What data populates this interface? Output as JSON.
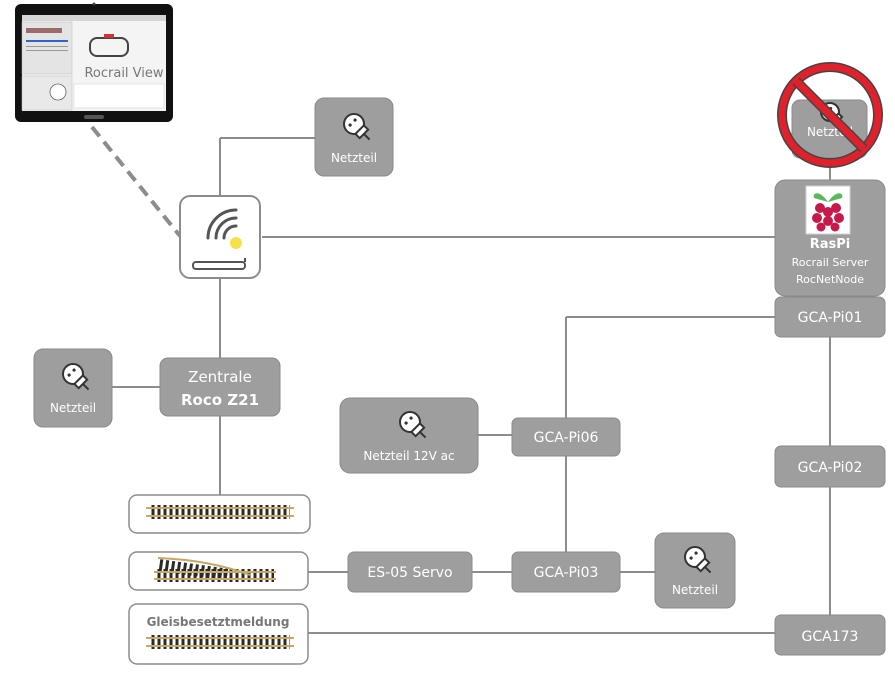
{
  "tablet": {
    "label": "Rocrail View"
  },
  "nodes": {
    "netzteil_router": "Netzteil",
    "netzteil_raspi": "Netzteil",
    "netzteil_zentrale": "Netzteil",
    "netzteil_12v": "Netzteil 12V ac",
    "netzteil_pi03": "Netzteil",
    "zentrale_line1": "Zentrale",
    "zentrale_line2": "Roco Z21",
    "raspi_title": "RasPi",
    "raspi_line1": "Rocrail Server",
    "raspi_line2": "RocNetNode",
    "gca_pi01": "GCA-Pi01",
    "gca_pi02": "GCA-Pi02",
    "gca_pi06": "GCA-Pi06",
    "gca_pi03": "GCA-Pi03",
    "es05": "ES-05 Servo",
    "gca173": "GCA173",
    "gleisbesetzt": "Gleisbesetztmeldung"
  },
  "colors": {
    "box_fill": "#9e9e9e",
    "box_stroke": "#8a8a8a",
    "line": "#8c8c8c",
    "prohibit": "#e0202a",
    "wifi_dot": "#f7e04a"
  }
}
